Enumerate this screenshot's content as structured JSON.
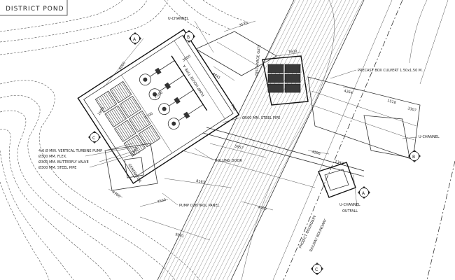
{
  "title_box": {
    "text": "DISTRICT POND"
  },
  "labels": {
    "u_channel_top": "U-CHANNEL",
    "u_channel_right": "U-CHANNEL",
    "u_channel_bottom": "U-CHANNEL",
    "culvert": "PRECAST BOX CULVERT 1.50x1.50 M.",
    "steel_pipe": "Ø500 MM. STEEL PIPE",
    "rolling_door": "ROLLING DOOR",
    "pump_house": "PUMP HOUSE TYPE A",
    "pump_control": "PUMP CONTROL PANEL",
    "outfall": "OUTFALL",
    "generator": "GENERATOR",
    "project_boundary": "PROJECT BOUNDARY",
    "railway_boundary": "RAILWAY BOUNDARY",
    "discharge": "DISCHARGE GATE"
  },
  "legend": [
    "4-6 Ø MIN. VERTICAL TURBINE PUMP",
    "Ø300 MM. FLEX.",
    "Ø300 MM. BUTTERFLY VALVE",
    "Ø300 MM. STEEL PIPE"
  ],
  "section_markers": [
    {
      "letter": "A"
    },
    {
      "letter": "B"
    },
    {
      "letter": "C"
    },
    {
      "letter": "A"
    },
    {
      "letter": "B"
    },
    {
      "letter": "C"
    }
  ],
  "dimensions": {
    "d3530": "3530",
    "d7600": "7600",
    "d6000": "6000",
    "d4441": "4441",
    "d3900": "3900",
    "d4264": "4264",
    "d1518": "1518",
    "d3307": "3307",
    "d1900": "1900",
    "d2100": "2100",
    "d1700": "1700",
    "d740": "740",
    "d5957": "5957",
    "d4206": "4206",
    "d1348": "1348",
    "d1600": "1600",
    "d8163": "8163",
    "d5700": "5700",
    "d4500": "4500",
    "d4000": "4000",
    "d9581": "9581"
  }
}
